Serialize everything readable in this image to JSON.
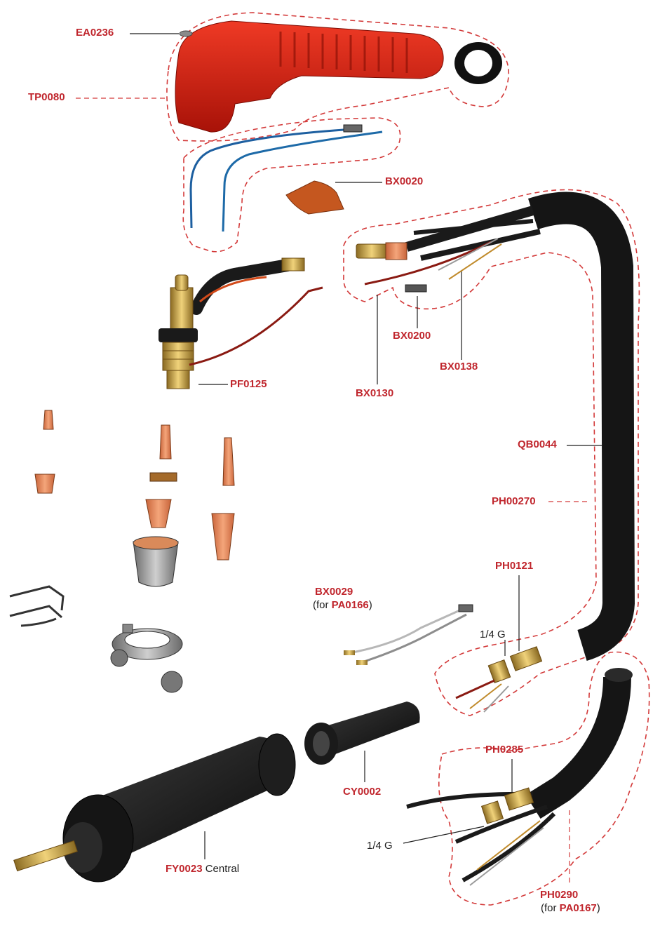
{
  "colors": {
    "label_red": "#c0262d",
    "handle_red": "#d21c12",
    "cable_black": "#1a1a1a",
    "brass": "#c9a24a",
    "copper": "#e0875a",
    "dash_outline": "#d33a3a"
  },
  "labels": {
    "ea0236": "EA0236",
    "tp0080": "TP0080",
    "bx0020": "BX0020",
    "bx0200": "BX0200",
    "bx0138": "BX0138",
    "bx0130": "BX0130",
    "pf0125": "PF0125",
    "qb0044": "QB0044",
    "ph00270": "PH00270",
    "ph0121": "PH0121",
    "bx0029": "BX0029",
    "bx0029_note_prefix": "(for ",
    "bx0029_note_code": "PA0166",
    "bx0029_note_suffix": ")",
    "thread_1": "1/4 G",
    "ph0285": "PH0285",
    "cy0002": "CY0002",
    "thread_2": "1/4 G",
    "fy0023_code": "FY0023",
    "fy0023_text": "Central",
    "ph0290": "PH0290",
    "ph0290_note_prefix": "(for ",
    "ph0290_note_code": "PA0167",
    "ph0290_note_suffix": ")"
  }
}
